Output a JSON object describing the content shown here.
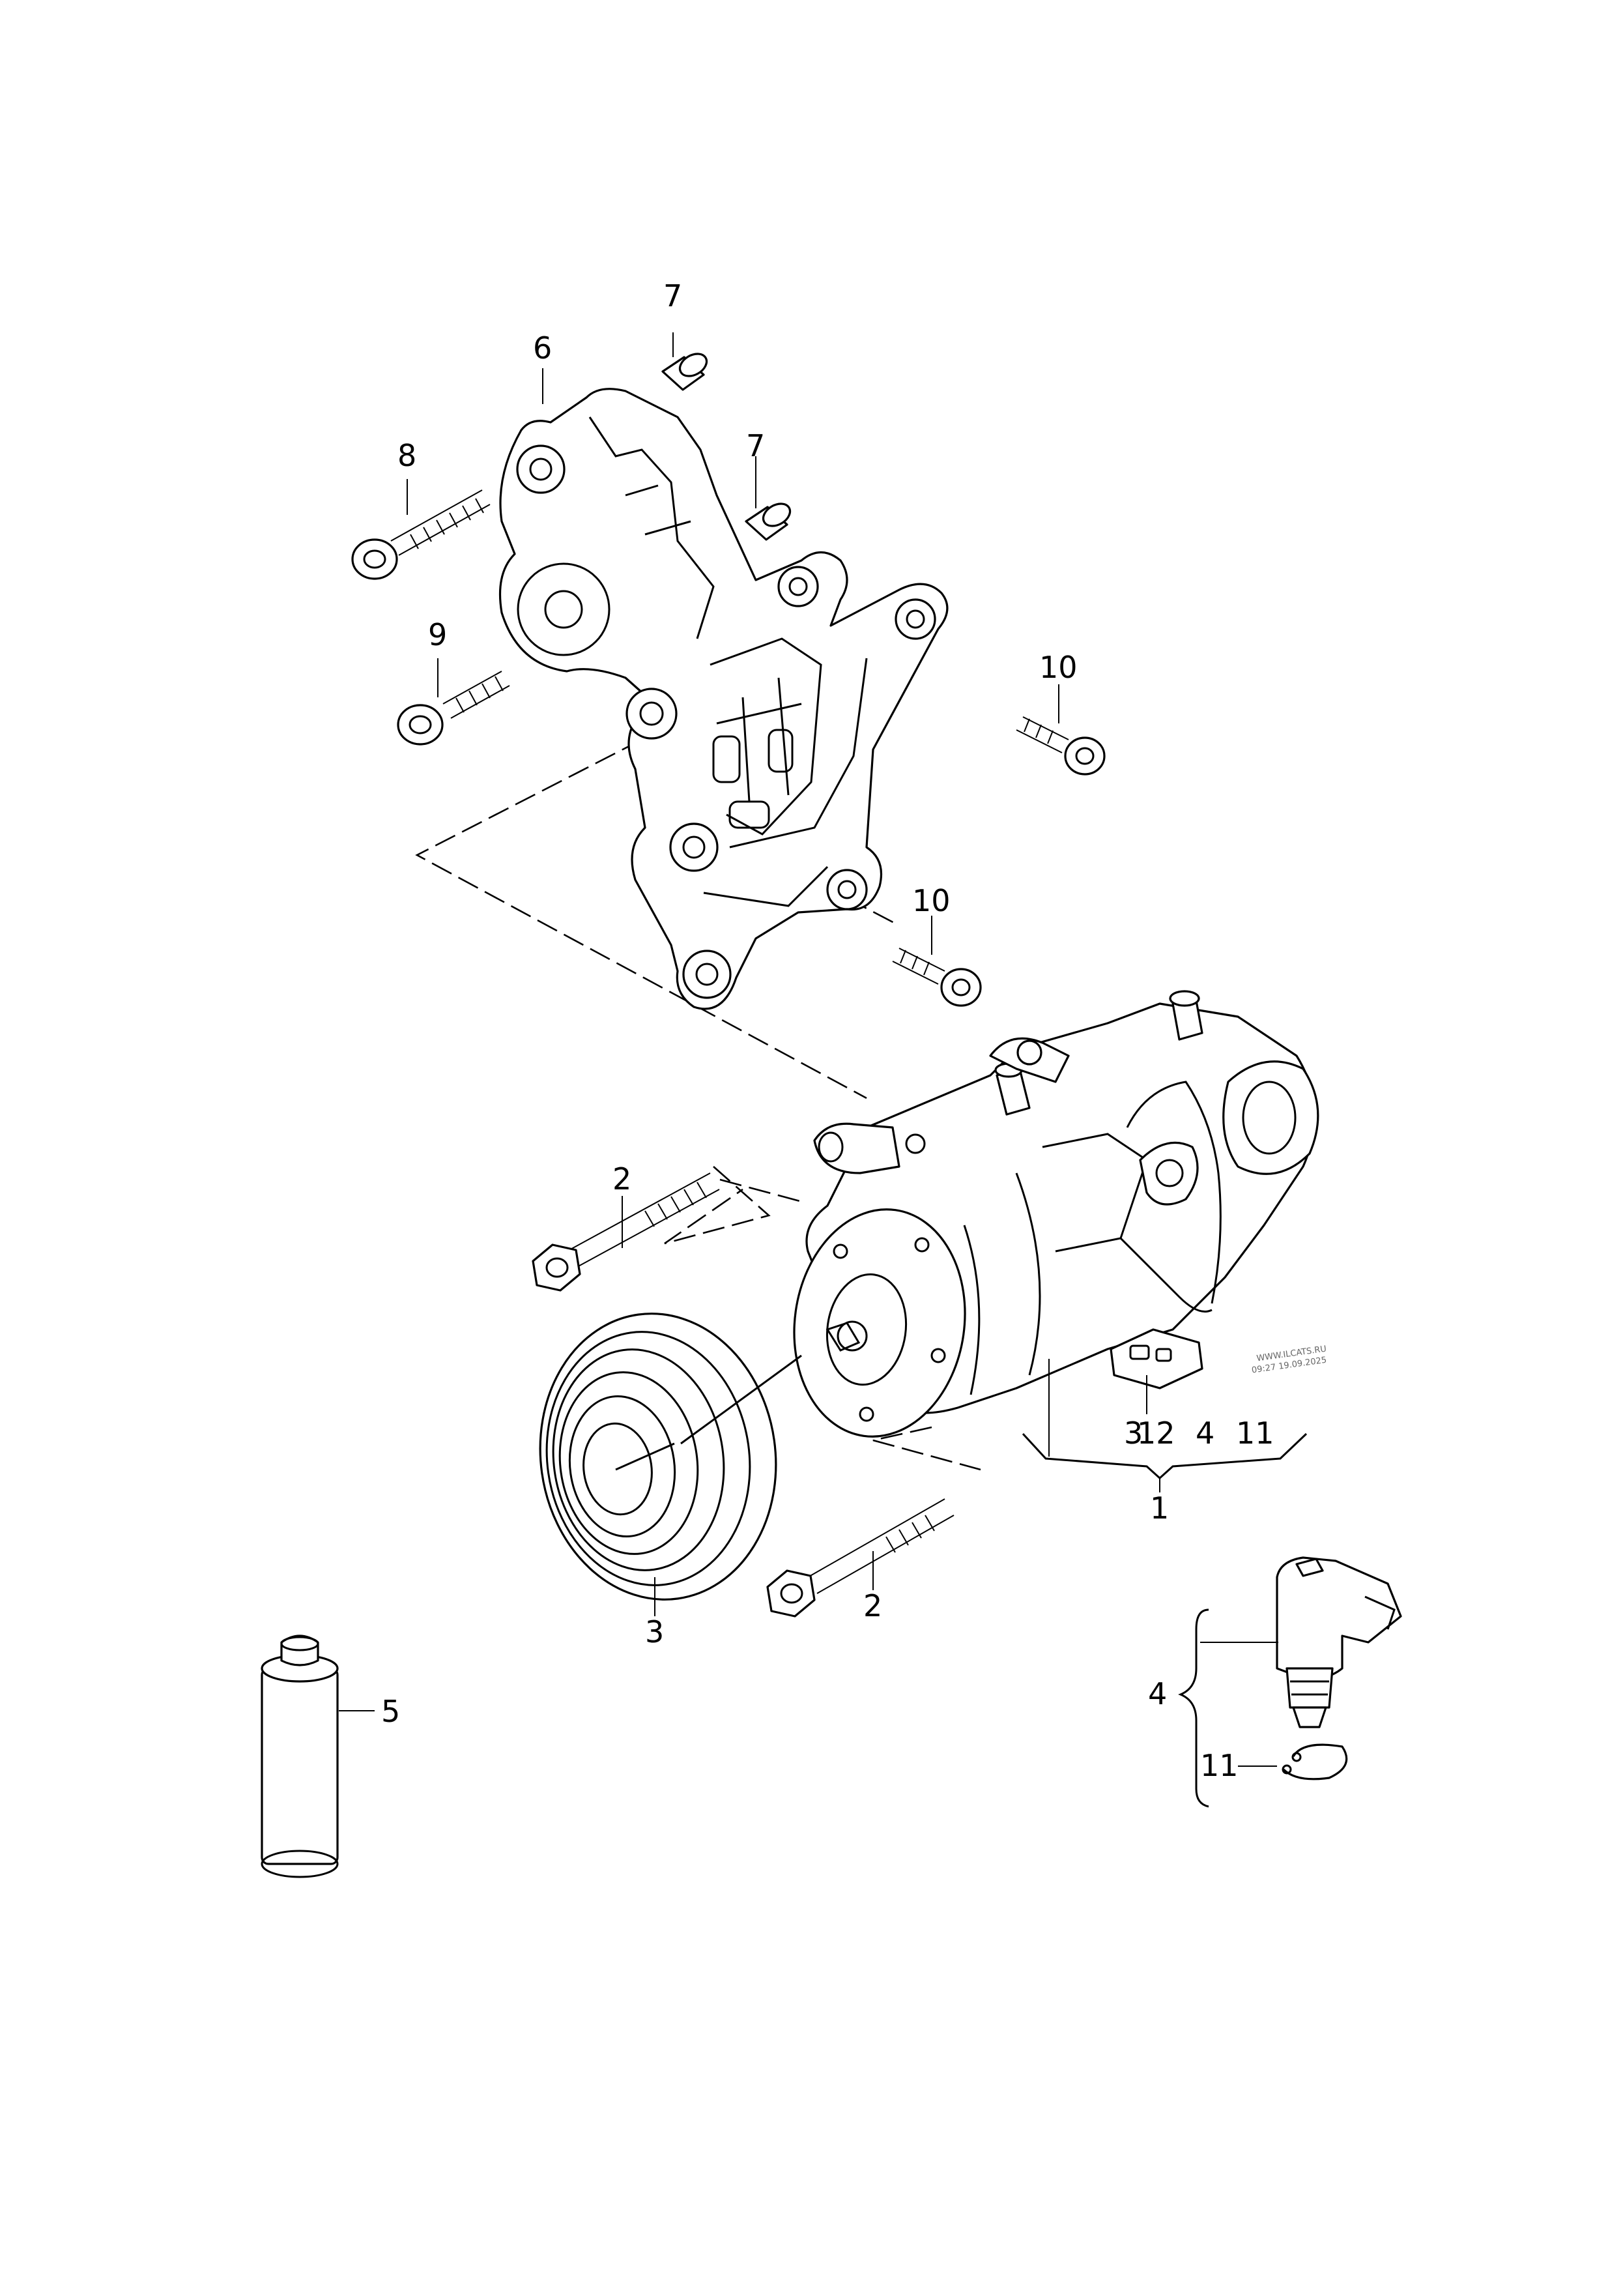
{
  "callouts": {
    "c1": "1",
    "c2a": "2",
    "c2b": "2",
    "c3a": "3",
    "c3b": "3",
    "c4a": "4",
    "c4b": "4",
    "c5": "5",
    "c6": "6",
    "c7a": "7",
    "c7b": "7",
    "c8": "8",
    "c9": "9",
    "c10a": "10",
    "c10b": "10",
    "c11a": "11",
    "c11b": "11",
    "c12": "12"
  },
  "watermark": {
    "site": "WWW.ILCATS.RU",
    "stamp": "09:27 19.09.2025"
  }
}
